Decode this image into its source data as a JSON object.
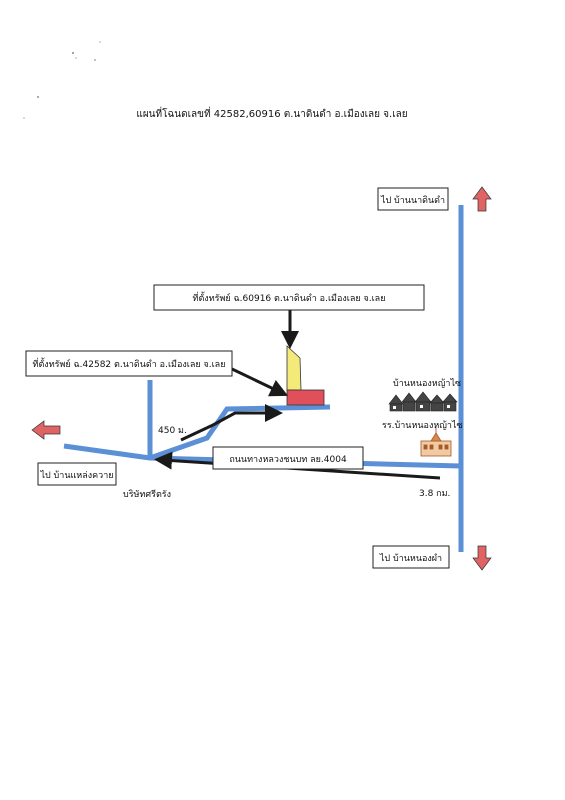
{
  "title": "แผนที่โฉนดเลขที่ 42582,60916 ต.นาดินดำ อ.เมืองเลย จ.เลย",
  "labels": {
    "to_na_din_dam": "ไป บ้านนาดินดำ",
    "parcel_60916": "ที่ตั้งทรัพย์ ฉ.60916 ต.นาดินดำ อ.เมืองเลย จ.เลย",
    "parcel_42582": "ที่ตั้งทรัพย์ ฉ.42582 ต.นาดินดำ อ.เมืองเลย จ.เลย",
    "village_nong_ya_sai": "บ้านหนองหญ้าไซ",
    "school_nong_ya_sai": "รร.บ้านหนองหญ้าไซ",
    "distance_450": "450 ม.",
    "highway": "ถนนทางหลวงชนบท ลย.4004",
    "to_laeng_khwai": "ไป บ้านแหล่งควาย",
    "company": "บริษัทศรีตรัง",
    "distance_3_8": "3.8 กม.",
    "to_nong_pha": "ไป บ้านหนองผำ"
  },
  "colors": {
    "road": "#5b8fd6",
    "arrow_red": "#e06464",
    "parcel_yellow": "#f3ea7a",
    "parcel_red": "#e0505a",
    "pointer": "#1a1a1a"
  },
  "icons": {
    "village": "houses-icon",
    "school": "school-building-icon",
    "north": "arrow-up-icon",
    "south": "arrow-down-icon",
    "west": "arrow-left-icon"
  }
}
